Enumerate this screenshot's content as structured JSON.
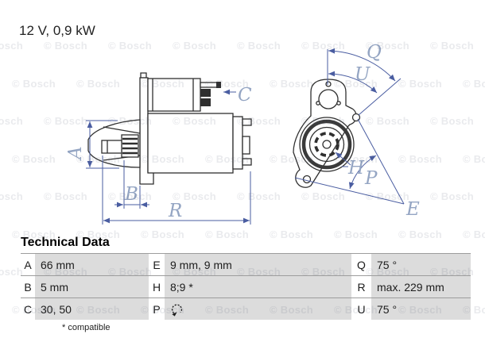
{
  "header": {
    "rating": "12 V, 0,9 kW"
  },
  "watermark": {
    "text": "© Bosch"
  },
  "diagram": {
    "labels": {
      "A": "A",
      "B": "B",
      "C": "C",
      "E": "E",
      "H": "H",
      "P": "P",
      "Q": "Q",
      "R": "R",
      "U": "U"
    }
  },
  "technical_data": {
    "title": "Technical Data",
    "footnote": "* compatible",
    "rows": [
      {
        "c1": {
          "key": "A",
          "value": "66 mm"
        },
        "c2": {
          "key": "E",
          "value": "9 mm, 9 mm"
        },
        "c3": {
          "key": "Q",
          "value": "75 °"
        }
      },
      {
        "c1": {
          "key": "B",
          "value": "5 mm"
        },
        "c2": {
          "key": "H",
          "value": "8;9 *"
        },
        "c3": {
          "key": "R",
          "value": "max. 229 mm"
        }
      },
      {
        "c1": {
          "key": "C",
          "value": "30, 50"
        },
        "c2": {
          "key": "P",
          "value": "",
          "icon": "rotation-ccw-icon"
        },
        "c3": {
          "key": "U",
          "value": "75 °"
        }
      }
    ]
  },
  "colors": {
    "dimension_line": "#4a5da1",
    "dimension_label": "#94a5c3",
    "drawing_line": "#2f2f2f",
    "table_value_bg": "#dcdcdc",
    "table_border": "#9d9d9d",
    "watermark": "rgba(84,90,116,0.13)"
  }
}
